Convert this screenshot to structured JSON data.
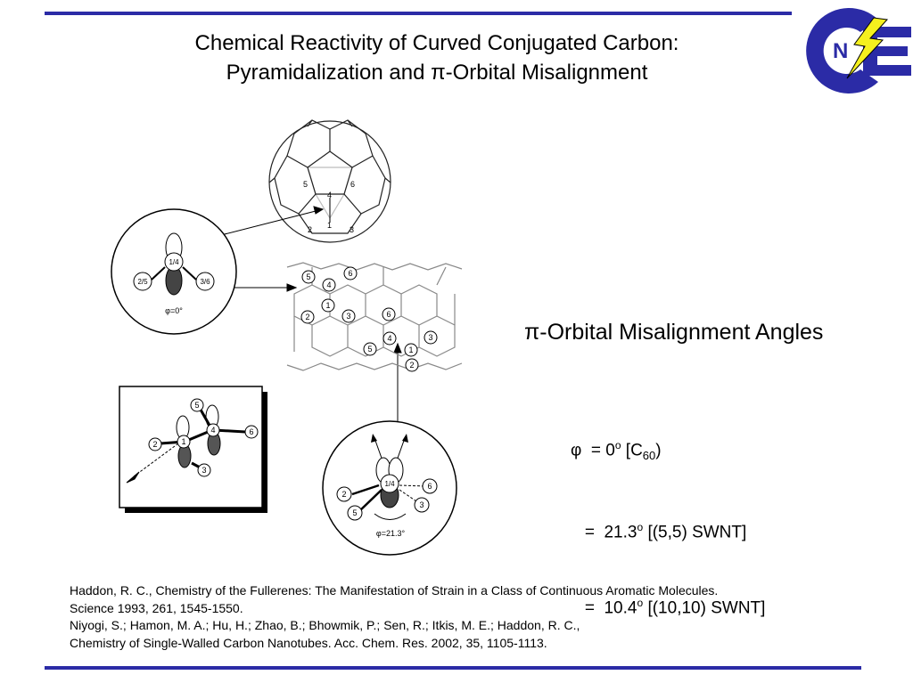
{
  "title": {
    "line1": "Chemical Reactivity of Curved Conjugated Carbon:",
    "line2": "Pyramidalization and π-Orbital Misalignment"
  },
  "logo": {
    "letters": "CNE",
    "colors": {
      "blue": "#2b2ba6",
      "bolt": "#f5f01e"
    }
  },
  "heading": "π-Orbital Misalignment Angles",
  "formula": {
    "lines": [
      {
        "prefix": "φ  = 0",
        "deg": "o",
        "rest": " [C",
        "sub": "60",
        "end": ")"
      },
      {
        "prefix": "   =  21.3",
        "deg": "o",
        "rest": " [(5,5) SWNT]",
        "sub": "",
        "end": ""
      },
      {
        "prefix": "   =  10.4",
        "deg": "o",
        "rest": " [(10,10) SWNT]",
        "sub": "",
        "end": ""
      }
    ]
  },
  "diagram": {
    "fullerene_labels": [
      "1",
      "2",
      "3",
      "4",
      "5",
      "6"
    ],
    "circle1": {
      "center": "1/4",
      "left": "2/5",
      "right": "3/6",
      "angle": "φ=0°"
    },
    "circle2": {
      "center": "1/4",
      "angle": "φ=21.3°",
      "atoms": [
        "2",
        "5",
        "3",
        "6"
      ]
    },
    "box_atoms": [
      "1",
      "2",
      "3",
      "4",
      "5",
      "6"
    ],
    "tube_atoms": [
      "5",
      "6",
      "4",
      "1",
      "2",
      "3",
      "6",
      "4",
      "1",
      "3",
      "5",
      "2"
    ]
  },
  "references": [
    "Haddon, R. C., Chemistry of the Fullerenes: The Manifestation of Strain in a Class of Continuous Aromatic Molecules.",
    "Science 1993, 261, 1545-1550.",
    "Niyogi, S.; Hamon, M. A.; Hu, H.; Zhao, B.; Bhowmik, P.; Sen, R.; Itkis, M. E.; Haddon, R. C.,",
    "Chemistry of Single-Walled Carbon Nanotubes. Acc. Chem. Res. 2002, 35, 1105-1113."
  ]
}
